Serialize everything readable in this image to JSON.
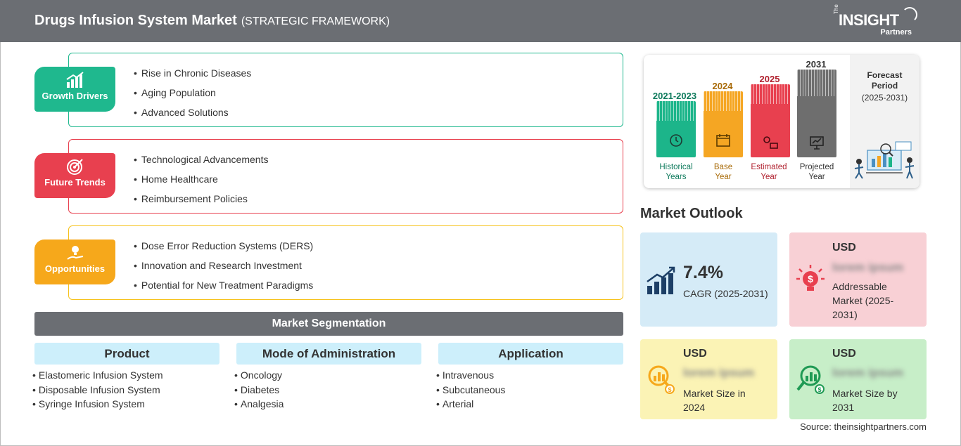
{
  "header": {
    "title": "Drugs Infusion System Market",
    "subtitle": "(STRATEGIC FRAMEWORK)",
    "brand_the": "The",
    "brand_main": "INSIGHT",
    "brand_partners": "Partners"
  },
  "framework": {
    "growth_drivers": {
      "label": "Growth Drivers",
      "color": "#1fb88e",
      "items": [
        "Rise in Chronic Diseases",
        "Aging Population",
        "Advanced Solutions"
      ]
    },
    "future_trends": {
      "label": "Future Trends",
      "color": "#e8404f",
      "items": [
        "Technological Advancements",
        "Home Healthcare",
        "Reimbursement Policies"
      ]
    },
    "opportunities": {
      "label": "Opportunities",
      "color": "#f6a81b",
      "items": [
        "Dose Error Reduction Systems (DERS)",
        "Innovation and Research Investment",
        "Potential for New Treatment Paradigms"
      ]
    }
  },
  "segmentation": {
    "title": "Market Segmentation",
    "columns": [
      {
        "heading": "Product",
        "items": [
          "Elastomeric Infusion System",
          "Disposable Infusion System",
          "Syringe Infusion System"
        ]
      },
      {
        "heading": "Mode of Administration",
        "items": [
          "Oncology",
          "Diabetes",
          "Analgesia"
        ]
      },
      {
        "heading": "Application",
        "items": [
          "Intravenous",
          "Subcutaneous",
          "Arterial"
        ]
      }
    ]
  },
  "timeline": {
    "periods": [
      {
        "year": "2021-2023",
        "label_line1": "Historical",
        "label_line2": "Years",
        "color": "#1cb58a",
        "year_color": "#0e7a5c"
      },
      {
        "year": "2024",
        "label_line1": "Base",
        "label_line2": "Year",
        "color": "#f5a623",
        "year_color": "#a86a07"
      },
      {
        "year": "2025",
        "label_line1": "Estimated",
        "label_line2": "Year",
        "color": "#e8404f",
        "year_color": "#b0202e"
      },
      {
        "year": "2031",
        "label_line1": "Projected",
        "label_line2": "Year",
        "color": "#6e6e6e",
        "year_color": "#333333"
      }
    ],
    "forecast_title_line1": "Forecast",
    "forecast_title_line2": "Period",
    "forecast_range": "(2025-2031)"
  },
  "outlook": {
    "title": "Market Outlook",
    "cagr": {
      "value": "7.4%",
      "label": "CAGR (2025-2031)",
      "color": "#d5ebf7"
    },
    "addressable": {
      "currency": "USD",
      "value": "lorem ipsum",
      "label_line1": "Addressable",
      "label_line2": "Market (2025-",
      "label_line3": "2031)",
      "color": "#f8d0d5"
    },
    "size_2024": {
      "currency": "USD",
      "value": "lorem ipsum",
      "label_line1": "Market Size in",
      "label_line2": "2024",
      "color": "#fbf3b5"
    },
    "size_2031": {
      "currency": "USD",
      "value": "lorem ipsum",
      "label_line1": "Market Size by",
      "label_line2": "2031",
      "color": "#c7eec8"
    }
  },
  "source": "Source: theinsightpartners.com"
}
